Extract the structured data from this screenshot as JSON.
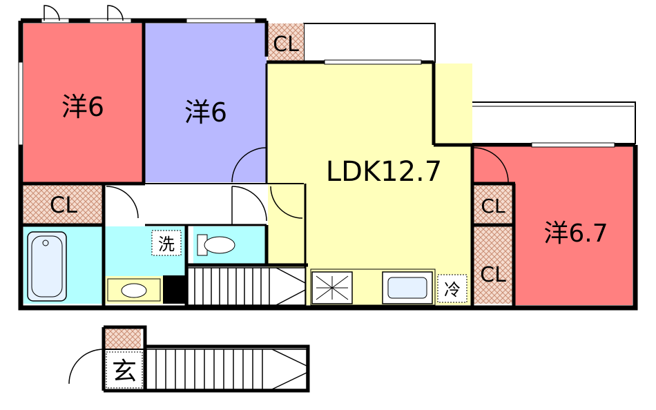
{
  "rooms": {
    "west_bedroom": {
      "label": "洋6",
      "fill": "#ff8080"
    },
    "center_bedroom": {
      "label": "洋6",
      "fill": "#b9b9ff"
    },
    "ldk": {
      "label": "LDK12.7",
      "fill": "#ffffbb"
    },
    "east_bedroom": {
      "label": "洋6.7",
      "fill": "#ff8080"
    },
    "bath": {
      "fill": "#b3ffff"
    },
    "washroom": {
      "fill": "#b3ffff"
    },
    "toilet": {
      "fill": "#b3ffff"
    },
    "vanity": {
      "fill": "#ffffbb"
    }
  },
  "labels": {
    "closet_west": "CL",
    "closet_top": "CL",
    "closet_east_upper": "CL",
    "closet_east_lower": "CL",
    "washer": "洗",
    "fridge": "冷",
    "entrance": "玄"
  },
  "colors": {
    "wall": "#000000",
    "closet_hatch": "#d9a690",
    "closet_base": "#f5dccf",
    "fixture": "#e6f2ff"
  }
}
